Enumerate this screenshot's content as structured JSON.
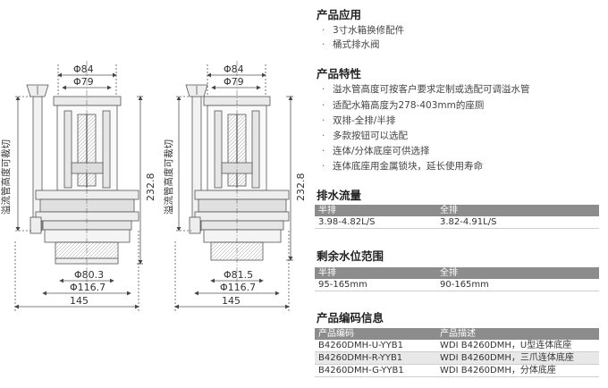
{
  "drawing": {
    "left_view": {
      "dim_top_outer": "Φ84",
      "dim_top_inner": "Φ79",
      "dim_height": "232.8",
      "dim_bottom_inner": "Φ80.3",
      "dim_bottom_outer": "Φ116.7",
      "dim_width": "145",
      "side_label": "溢流管高度可裁切"
    },
    "right_view": {
      "dim_top_outer": "Φ84",
      "dim_top_inner": "Φ79",
      "dim_height": "232.8",
      "dim_bottom_inner": "Φ81.5",
      "dim_bottom_outer": "Φ116.7",
      "dim_width": "145",
      "side_label": "溢流管高度可裁切"
    }
  },
  "application": {
    "title": "产品应用",
    "items": [
      "3寸水箱换修配件",
      "桶式排水阀"
    ]
  },
  "features": {
    "title": "产品特性",
    "items": [
      "溢水管高度可按客户要求定制或选配可调溢水管",
      "适配水箱高度为278-403mm的座厕",
      "双排-全排/半排",
      "多款按钮可以选配",
      "连体/分体底座可供选择",
      "连体底座用金属锁块，延长使用寿命"
    ]
  },
  "flow": {
    "title": "排水流量",
    "headers": [
      "半排",
      "全排"
    ],
    "values": [
      "3.98-4.82L/S",
      "3.82-4.91L/S"
    ]
  },
  "water_level": {
    "title": "剩余水位范围",
    "headers": [
      "半排",
      "全排"
    ],
    "values": [
      "95-165mm",
      "90-165mm"
    ]
  },
  "codes": {
    "title": "产品编码信息",
    "headers": [
      "产品编码",
      "产品描述"
    ],
    "rows": [
      [
        "B4260DMH-U-YYB1",
        "WDI B4260DMH，U型连体底座"
      ],
      [
        "B4260DMH-R-YYB1",
        "WDI B4260DMH，三爪连体底座"
      ],
      [
        "B4260DMH-G-YYB1",
        "WDI B4260DMH，分体底座"
      ]
    ]
  }
}
